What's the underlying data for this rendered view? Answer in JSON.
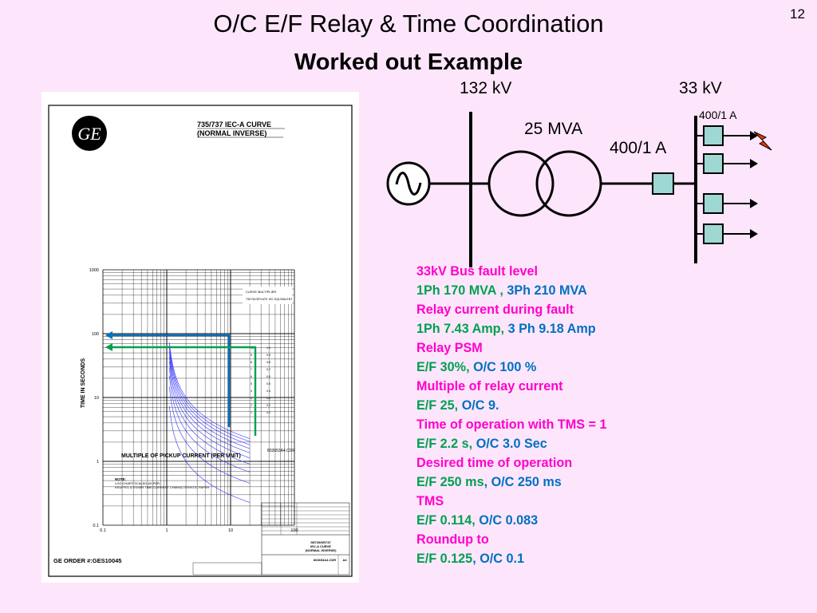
{
  "page_number": "12",
  "title": "O/C E/F Relay & Time Coordination",
  "subtitle": "Worked out Example",
  "diagram": {
    "hv_label": "132 kV",
    "lv_label": "33 kV",
    "transformer_label": "25 MVA",
    "ct_main_label": "400/1 A",
    "ct_feeder_label": "400/1 A"
  },
  "curve_sheet": {
    "title_line1": "735/737 IEC-A CURVE",
    "title_line2": "(NORMAL INVERSE)",
    "logo_text": "GE",
    "y_axis_label": "TIME IN SECONDS",
    "x_axis_label": "MULTIPLE OF PICKUP CURRENT (PER UNIT)",
    "x_ticks": [
      "0.1",
      "1",
      "10",
      "100"
    ],
    "y_ticks": [
      "1000",
      "100",
      "10",
      "1",
      "0.1"
    ],
    "drawing_code": "803653A4.CDR",
    "legend_title": "CURVE MULTIPLIER",
    "legend_col1": "735 FACEPLATE",
    "legend_col2": "IEC EQUIVALENT",
    "curve_labels": [
      "10",
      "9",
      "8",
      "7",
      "6",
      "5",
      "4",
      "3",
      "2",
      "1"
    ],
    "iec_labels": [
      "1.0",
      "0.9",
      "0.8",
      "0.7",
      "0.6",
      "0.5",
      "0.4",
      "0.3",
      "0.2",
      "0.1"
    ],
    "note_title": "NOTE:",
    "note_line1": "LOG CHART SCALED AS PER:",
    "note_line2": "KEUFFEL & ESSER TIME-CURRENT CHARACTERISTIC PAPER",
    "ge_order": "GE ORDER #:GES10045",
    "title_block_line1": "SR735/SR737",
    "title_block_line2": "IEC-A CURVE",
    "title_block_line3": "(NORMAL INVERSE)",
    "title_block_drawing": "803653A4.CDR",
    "title_block_size": "A4"
  },
  "notes": [
    [
      {
        "t": "33kV Bus fault level",
        "c": "mag"
      }
    ],
    [
      {
        "t": "1Ph 170 MVA , ",
        "c": "grn"
      },
      {
        "t": "3Ph 210 MVA",
        "c": "blu"
      }
    ],
    [
      {
        "t": "Relay current  during fault",
        "c": "mag"
      }
    ],
    [
      {
        "t": "1Ph  7.43 Amp, ",
        "c": "grn"
      },
      {
        "t": "3 Ph 9.18 Amp",
        "c": "blu"
      }
    ],
    [
      {
        "t": "Relay PSM",
        "c": "mag"
      }
    ],
    [
      {
        "t": "E/F 30%, ",
        "c": "grn"
      },
      {
        "t": "O/C 100 %",
        "c": "blu"
      }
    ],
    [
      {
        "t": "Multiple of relay current",
        "c": "mag"
      }
    ],
    [
      {
        "t": "E/F 25,  ",
        "c": "grn"
      },
      {
        "t": "O/C 9.",
        "c": "blu"
      }
    ],
    [
      {
        "t": "Time of operation with TMS = 1",
        "c": "mag"
      }
    ],
    [
      {
        "t": "E/F 2.2 s, ",
        "c": "grn"
      },
      {
        "t": "O/C  3.0 Sec",
        "c": "blu"
      }
    ],
    [
      {
        "t": "Desired time of operation",
        "c": "mag"
      }
    ],
    [
      {
        "t": "E/F 250 ms",
        "c": "grn"
      },
      {
        "t": ", O/C 250 ms",
        "c": "blu"
      }
    ],
    [
      {
        "t": "TMS",
        "c": "mag"
      }
    ],
    [
      {
        "t": "E/F  0.114, ",
        "c": "grn"
      },
      {
        "t": "O/C  0.083",
        "c": "blu"
      }
    ],
    [
      {
        "t": "Roundup to",
        "c": "mag"
      }
    ],
    [
      {
        "t": "E/F 0.125",
        "c": "grn"
      },
      {
        "t": ", O/C 0.1",
        "c": "blu"
      }
    ]
  ],
  "colors": {
    "background": "#fde6fb",
    "magenta": "#ff00cc",
    "green": "#00a050",
    "blue": "#0070c0",
    "ct_fill": "#9fd8d3",
    "curve": "#3030ff",
    "lightning": "#ff3300"
  }
}
